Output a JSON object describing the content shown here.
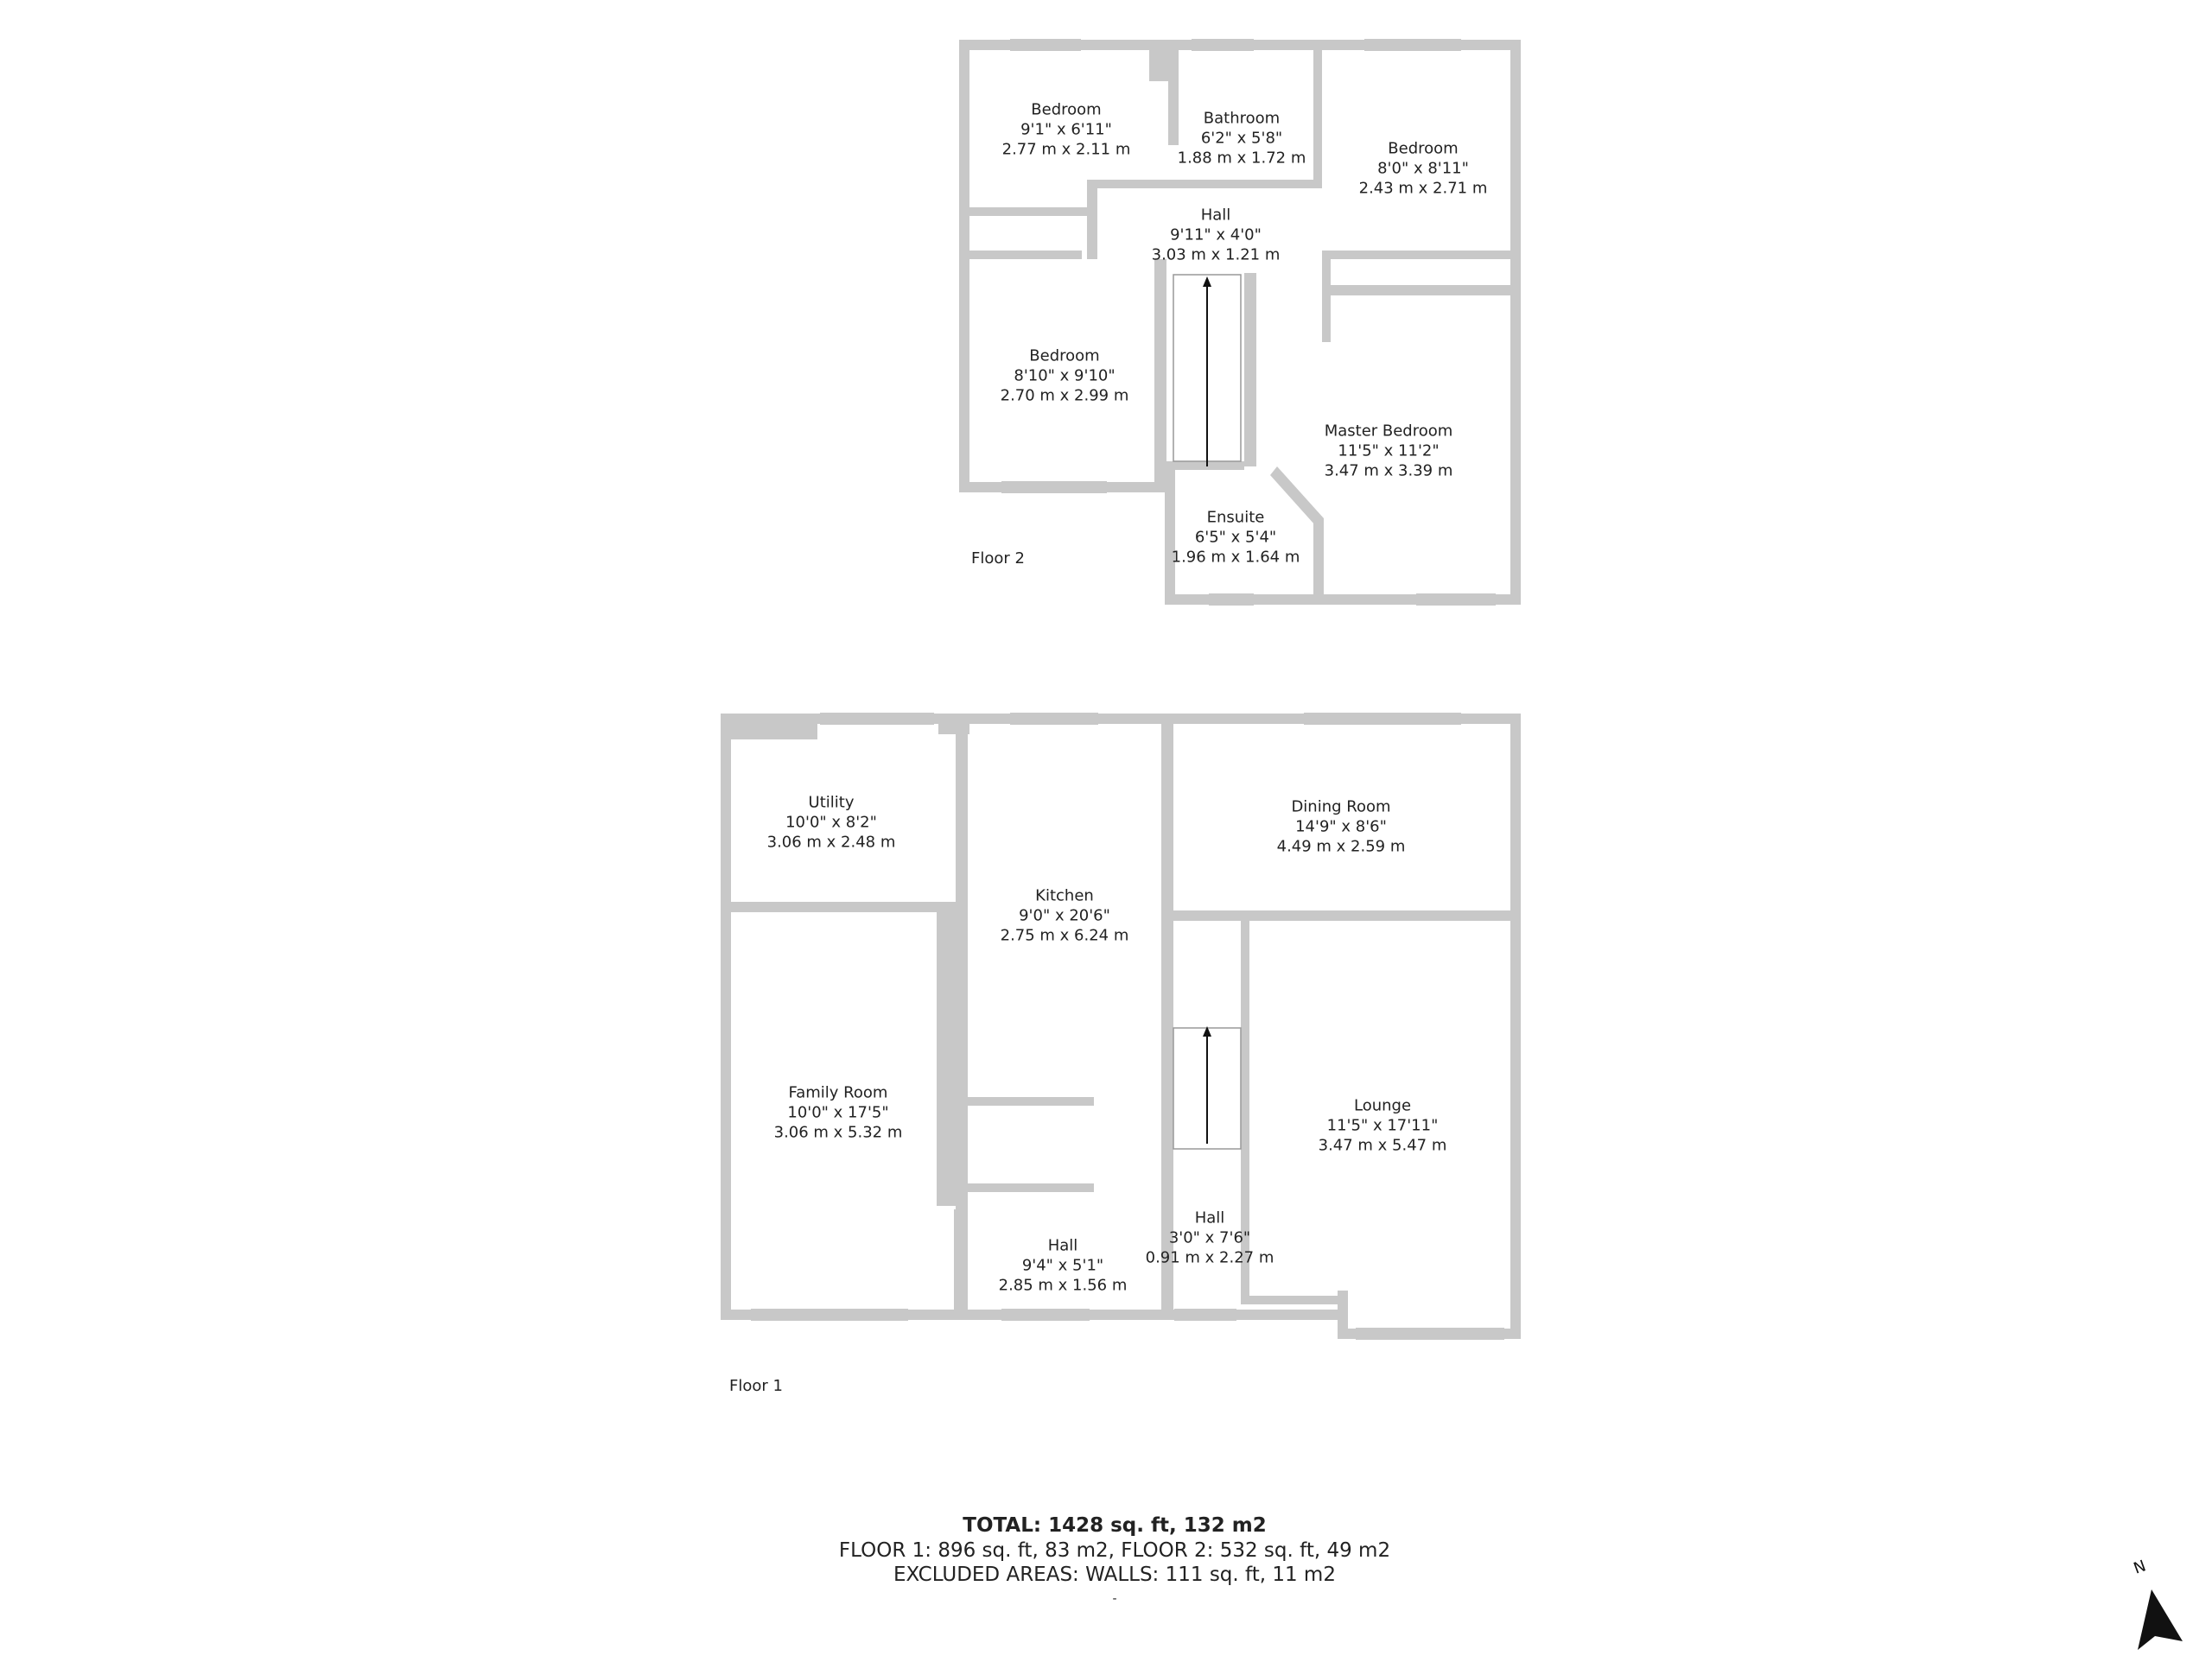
{
  "floors": [
    {
      "label": "Floor 2",
      "rooms": [
        {
          "name": "Bedroom",
          "imperial": "9'1\" x 6'11\"",
          "metric": "2.77 m x 2.11 m"
        },
        {
          "name": "Bathroom",
          "imperial": "6'2\" x 5'8\"",
          "metric": "1.88 m x 1.72 m"
        },
        {
          "name": "Bedroom",
          "imperial": "8'0\" x 8'11\"",
          "metric": "2.43 m x 2.71 m"
        },
        {
          "name": "Hall",
          "imperial": "9'11\" x 4'0\"",
          "metric": "3.03 m x 1.21 m"
        },
        {
          "name": "Bedroom",
          "imperial": "8'10\" x 9'10\"",
          "metric": "2.70 m x 2.99 m"
        },
        {
          "name": "Master Bedroom",
          "imperial": "11'5\" x 11'2\"",
          "metric": "3.47 m x 3.39 m"
        },
        {
          "name": "Ensuite",
          "imperial": "6'5\" x 5'4\"",
          "metric": "1.96 m x 1.64 m"
        }
      ]
    },
    {
      "label": "Floor 1",
      "rooms": [
        {
          "name": "Utility",
          "imperial": "10'0\" x 8'2\"",
          "metric": "3.06 m x 2.48 m"
        },
        {
          "name": "Kitchen",
          "imperial": "9'0\" x 20'6\"",
          "metric": "2.75 m x 6.24 m"
        },
        {
          "name": "Dining Room",
          "imperial": "14'9\" x 8'6\"",
          "metric": "4.49 m x 2.59 m"
        },
        {
          "name": "Family Room",
          "imperial": "10'0\" x 17'5\"",
          "metric": "3.06 m x 5.32 m"
        },
        {
          "name": "Lounge",
          "imperial": "11'5\" x 17'11\"",
          "metric": "3.47 m x 5.47 m"
        },
        {
          "name": "Hall",
          "imperial": "3'0\" x 7'6\"",
          "metric": "0.91 m x 2.27 m"
        },
        {
          "name": "Hall",
          "imperial": "9'4\" x 5'1\"",
          "metric": "2.85 m x 1.56 m"
        }
      ]
    }
  ],
  "totals": {
    "total": "TOTAL: 1428 sq. ft, 132 m2",
    "floors": "FLOOR 1: 896 sq. ft, 83 m2, FLOOR 2: 532 sq. ft, 49 m2",
    "excluded": "EXCLUDED AREAS: WALLS: 111 sq. ft, 11 m2",
    "footnote": "-"
  },
  "compass": {
    "label": "N",
    "icon": "north-arrow-icon"
  },
  "colors": {
    "wall": "#c8c8c8",
    "text": "#222222",
    "background": "#ffffff"
  }
}
